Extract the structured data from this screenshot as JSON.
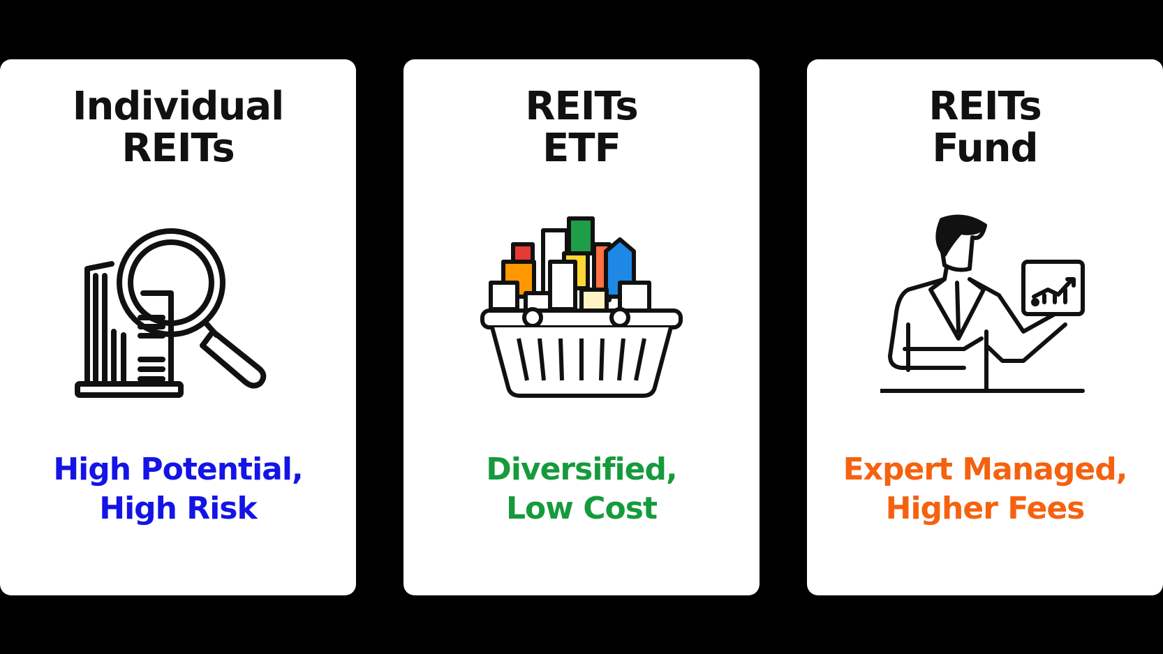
{
  "cards": [
    {
      "title_lines": [
        "Individual",
        "REITs"
      ],
      "subtitle_lines": [
        "High Potential,",
        "High Risk"
      ],
      "subtitle_color": "#1414e6",
      "icon": "magnifier-building-icon"
    },
    {
      "title_lines": [
        "REITs",
        "ETF"
      ],
      "subtitle_lines": [
        "Diversified,",
        "Low Cost"
      ],
      "subtitle_color": "#169a3c",
      "icon": "basket-of-buildings-icon"
    },
    {
      "title_lines": [
        "REITs",
        "Fund"
      ],
      "subtitle_lines": [
        "Expert Managed,",
        "Higher Fees"
      ],
      "subtitle_color": "#f5620f",
      "icon": "fund-manager-presenting-chart-icon"
    }
  ]
}
